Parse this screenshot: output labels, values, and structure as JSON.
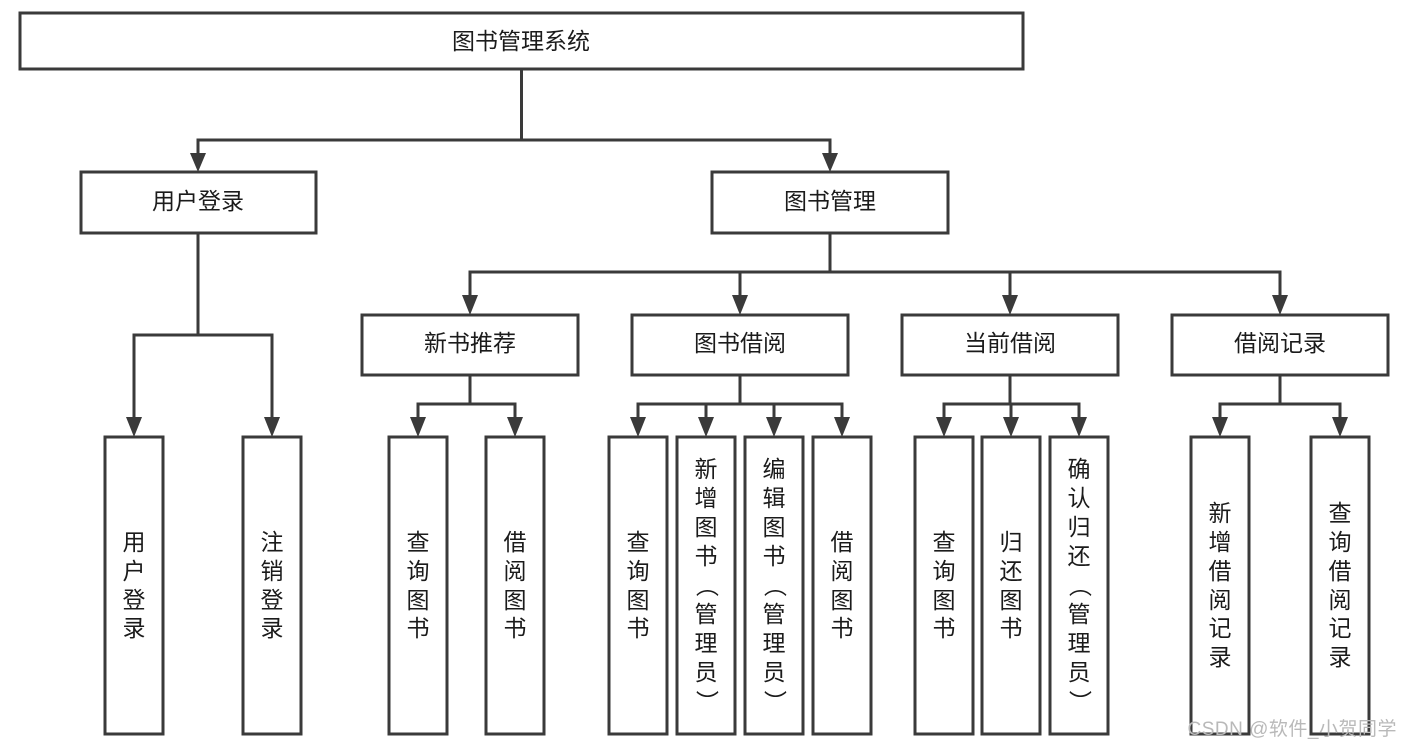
{
  "diagram": {
    "type": "tree-hierarchy",
    "title": "图书管理系统",
    "watermark": "CSDN @软件_小贺同学",
    "colors": {
      "stroke": "#3a3a3a",
      "fill": "#ffffff",
      "text": "#1b1b1b",
      "watermark": "#b9b9b9"
    },
    "nodes": {
      "root": {
        "label": "图书管理系统",
        "level": 1,
        "orientation": "horizontal"
      },
      "l2": [
        {
          "id": "user-login",
          "label": "用户登录",
          "level": 2,
          "orientation": "horizontal"
        },
        {
          "id": "book-manage",
          "label": "图书管理",
          "level": 2,
          "orientation": "horizontal"
        }
      ],
      "l3": [
        {
          "id": "new-book-rec",
          "label": "新书推荐",
          "level": 3,
          "orientation": "horizontal",
          "parent": "book-manage"
        },
        {
          "id": "book-borrow",
          "label": "图书借阅",
          "level": 3,
          "orientation": "horizontal",
          "parent": "book-manage"
        },
        {
          "id": "current-borrow",
          "label": "当前借阅",
          "level": 3,
          "orientation": "horizontal",
          "parent": "book-manage"
        },
        {
          "id": "borrow-record",
          "label": "借阅记录",
          "level": 3,
          "orientation": "horizontal",
          "parent": "book-manage"
        }
      ],
      "leaves": [
        {
          "id": "leaf-user-login",
          "label": "用户登录",
          "parent": "user-login",
          "orientation": "vertical"
        },
        {
          "id": "leaf-user-logout",
          "label": "注销登录",
          "parent": "user-login",
          "orientation": "vertical"
        },
        {
          "id": "leaf-query-book-1",
          "label": "查询图书",
          "parent": "new-book-rec",
          "orientation": "vertical"
        },
        {
          "id": "leaf-borrow-book-1",
          "label": "借阅图书",
          "parent": "new-book-rec",
          "orientation": "vertical"
        },
        {
          "id": "leaf-query-book-2",
          "label": "查询图书",
          "parent": "book-borrow",
          "orientation": "vertical"
        },
        {
          "id": "leaf-add-book",
          "label": "新增图书（管理员）",
          "parent": "book-borrow",
          "orientation": "vertical"
        },
        {
          "id": "leaf-edit-book",
          "label": "编辑图书（管理员）",
          "parent": "book-borrow",
          "orientation": "vertical"
        },
        {
          "id": "leaf-borrow-book-2",
          "label": "借阅图书",
          "parent": "book-borrow",
          "orientation": "vertical"
        },
        {
          "id": "leaf-query-book-3",
          "label": "查询图书",
          "parent": "current-borrow",
          "orientation": "vertical"
        },
        {
          "id": "leaf-return-book",
          "label": "归还图书",
          "parent": "current-borrow",
          "orientation": "vertical"
        },
        {
          "id": "leaf-confirm-return",
          "label": "确认归还（管理员）",
          "parent": "current-borrow",
          "orientation": "vertical"
        },
        {
          "id": "leaf-add-record",
          "label": "新增借阅记录",
          "parent": "borrow-record",
          "orientation": "vertical"
        },
        {
          "id": "leaf-query-record",
          "label": "查询借阅记录",
          "parent": "borrow-record",
          "orientation": "vertical"
        }
      ]
    }
  }
}
